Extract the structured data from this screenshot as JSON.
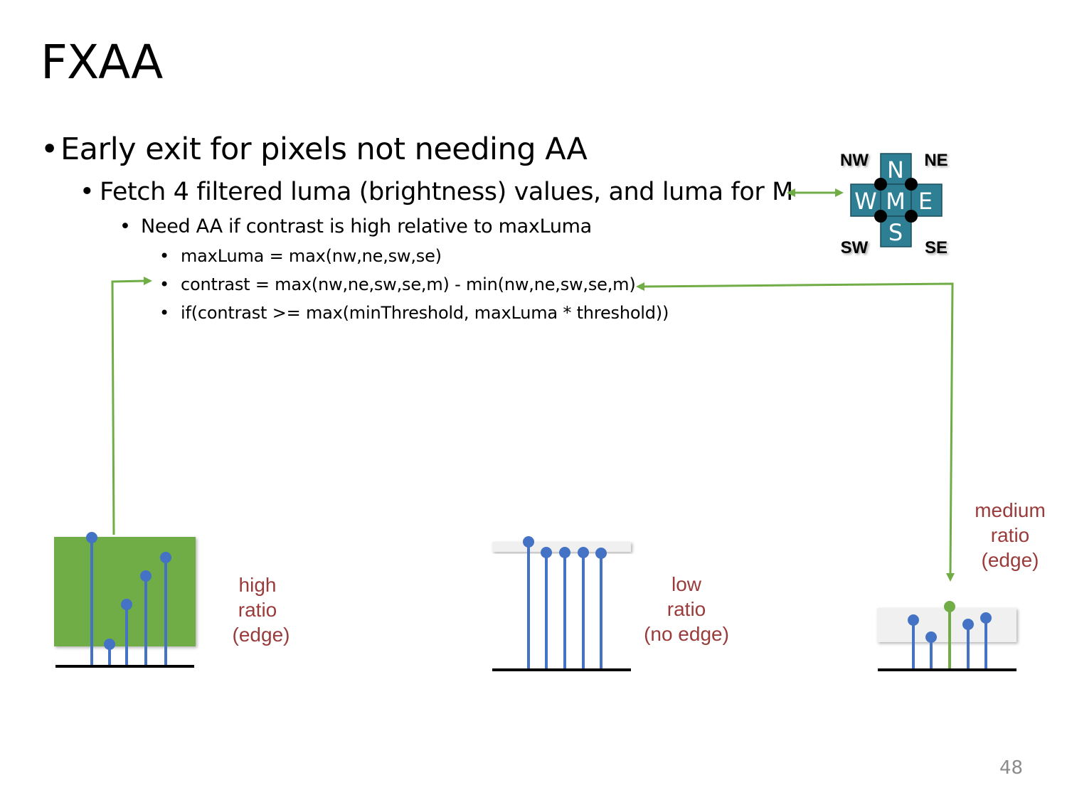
{
  "slide": {
    "title": "FXAA",
    "page_number": "48",
    "bullets": {
      "l1": "Early exit for pixels not needing AA",
      "l2": "Fetch 4 filtered luma (brightness) values, and luma for M",
      "l3": "Need AA if contrast is high relative to maxLuma",
      "l4": [
        "maxLuma = max(nw,ne,sw,se)",
        "contrast = max(nw,ne,sw,se,m) - min(nw,ne,sw,se,m)",
        "if(contrast  >= max(minThreshold, maxLuma * threshold))"
      ]
    },
    "bullet_glyph": "•"
  },
  "pixel_diagram": {
    "corners": {
      "nw": "NW",
      "ne": "NE",
      "sw": "SW",
      "se": "SE"
    },
    "cells": {
      "n": "N",
      "w": "W",
      "m": "M",
      "e": "E",
      "s": "S"
    },
    "cell_color": "#2e7f94"
  },
  "examples": {
    "high": {
      "caption": [
        "high",
        "ratio",
        "(edge)"
      ]
    },
    "low": {
      "caption": [
        "low",
        "ratio",
        "(no edge)"
      ]
    },
    "medium": {
      "caption": [
        "medium",
        "ratio",
        "(edge)"
      ]
    }
  },
  "colors": {
    "arrow": "#70ad47",
    "stem": "#4472c4",
    "highlight_band": "#70ad47",
    "caption": "#9a3b3b"
  }
}
